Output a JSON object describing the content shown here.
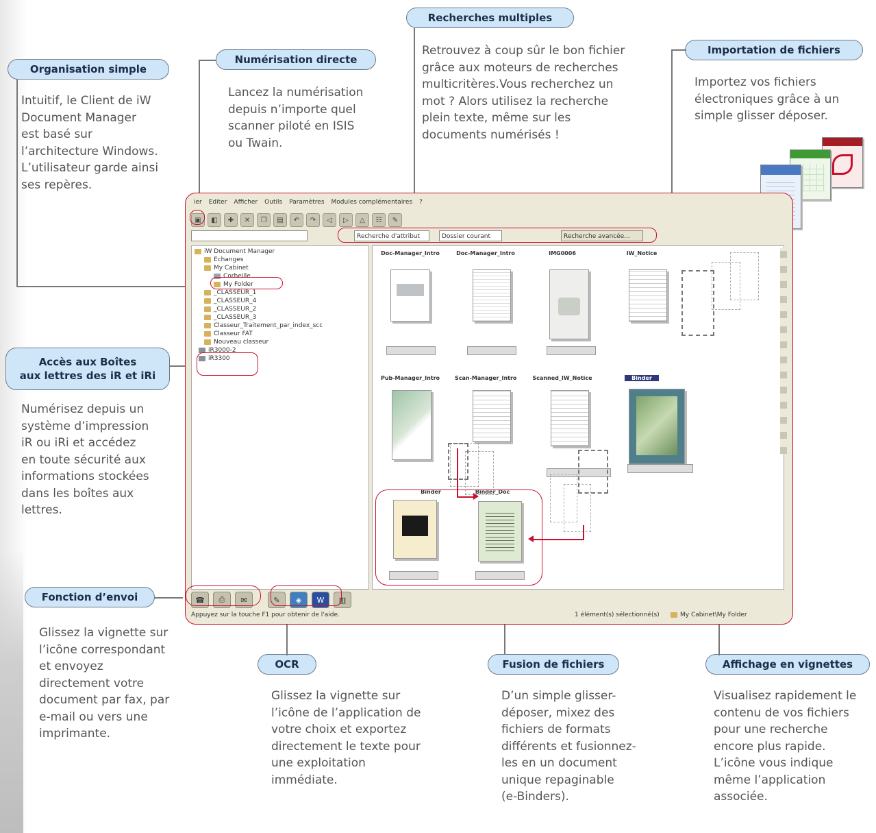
{
  "callouts": {
    "organisation": {
      "title": "Organisation simple",
      "lines": [
        "Intuitif, le Client de iW",
        "Document Manager",
        "est basé sur",
        "l’architecture Windows.",
        "L’utilisateur garde ainsi",
        "ses repères."
      ]
    },
    "numerisation": {
      "title": "Numérisation directe",
      "lines": [
        "Lancez la numérisation",
        "depuis n’importe quel",
        "scanner piloté en ISIS",
        "ou Twain."
      ]
    },
    "recherches": {
      "title": "Recherches multiples",
      "lines": [
        "Retrouvez à coup sûr le bon fichier",
        "grâce aux moteurs de recherches",
        "multicritères.Vous recherchez un",
        "mot ? Alors utilisez la recherche",
        "plein texte, même sur les",
        "documents numérisés !"
      ]
    },
    "importation": {
      "title": "Importation de fichiers",
      "lines": [
        "Importez vos fichiers",
        "électroniques grâce à un",
        "simple glisser déposer."
      ]
    },
    "acces": {
      "title_line1": "Accès aux Boîtes",
      "title_line2": "aux lettres des iR et iRi",
      "lines": [
        "Numérisez depuis un",
        "système d’impression",
        "iR ou iRi et accédez",
        "en toute sécurité aux",
        "informations stockées",
        "dans les boîtes aux",
        "lettres."
      ]
    },
    "envoi": {
      "title": "Fonction d’envoi",
      "lines": [
        "Glissez la vignette sur",
        "l’icône correspondant",
        "et envoyez",
        "directement votre",
        "document par fax, par",
        "e-mail ou vers une",
        "imprimante."
      ]
    },
    "ocr": {
      "title": "OCR",
      "lines": [
        "Glissez la vignette sur",
        "l’icône de l’application de",
        "votre choix et exportez",
        "directement le texte pour",
        "une exploitation",
        "immédiate."
      ]
    },
    "fusion": {
      "title": "Fusion de fichiers",
      "lines": [
        "D’un simple glisser-",
        "déposer, mixez des",
        "fichiers de formats",
        "différents et fusionnez-",
        "les en un document",
        "unique repaginable",
        "(e-Binders)."
      ]
    },
    "affichage": {
      "title": "Affichage en vignettes",
      "lines": [
        "Visualisez rapidement le",
        "contenu de vos fichiers",
        "pour une recherche",
        "encore plus rapide.",
        "L’icône vous indique",
        "même l’application",
        "associée."
      ]
    }
  },
  "app": {
    "menu": [
      "ier",
      "Editer",
      "Afficher",
      "Outils",
      "Paramètres",
      "Modules complémentaires",
      "?"
    ],
    "search_attr": "Recherche d'attribut",
    "search_field": "Dossier courant",
    "search_adv": "Recherche avancée...",
    "tree": [
      {
        "label": "iW Document Manager",
        "level": 0
      },
      {
        "label": "Echanges",
        "level": 1
      },
      {
        "label": "My Cabinet",
        "level": 1
      },
      {
        "label": "Corbeille",
        "level": 2
      },
      {
        "label": "My Folder",
        "level": 2
      },
      {
        "label": "_CLASSEUR_1",
        "level": 1
      },
      {
        "label": "_CLASSEUR_4",
        "level": 1
      },
      {
        "label": "_CLASSEUR_2",
        "level": 1
      },
      {
        "label": "_CLASSEUR_3",
        "level": 1
      },
      {
        "label": "Classeur_Traitement_par_index_scc",
        "level": 1
      },
      {
        "label": "Classeur FAT",
        "level": 1
      },
      {
        "label": "Nouveau classeur",
        "level": 1
      },
      {
        "label": "iR3000-2",
        "level": 0
      },
      {
        "label": "iR3300",
        "level": 0
      }
    ],
    "thumbs_row1": [
      "Doc-Manager_Intro",
      "Doc-Manager_Intro",
      "IMG0006",
      "IW_Notice"
    ],
    "thumbs_row2": [
      "Pub-Manager_Intro",
      "Scan-Manager_Intro",
      "Scanned_IW_Notice",
      "Binder"
    ],
    "thumbs_row3": [
      "Binder",
      "Binder_Doc"
    ],
    "status_left": "Appuyez sur la touche F1 pour obtenir de l'aide.",
    "status_mid": "1 élément(s) sélectionné(s)",
    "status_right": "My Cabinet\\My Folder"
  },
  "colors": {
    "accent_red": "#c8102e",
    "pill_bg": "#cfe6f8",
    "pill_border": "#6b7a90",
    "text": "#555555"
  }
}
